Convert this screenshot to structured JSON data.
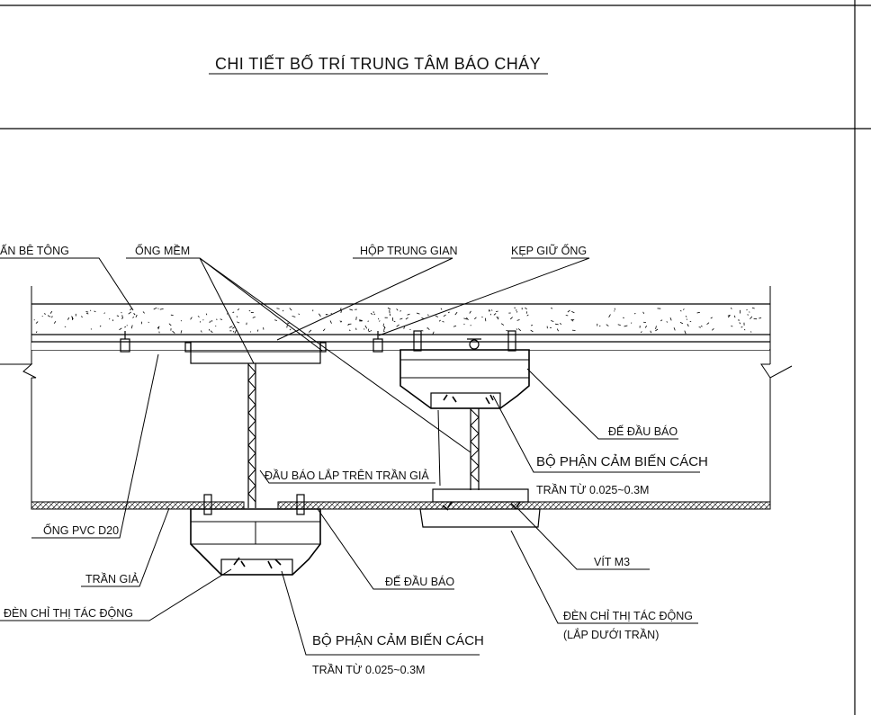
{
  "title": "CHI TIẾT BỐ TRÍ TRUNG TÂM BÁO CHÁY",
  "labels": {
    "san_be_tong": "ẤN BÊ TÔNG",
    "ong_mem": "ỐNG MỀM",
    "hop_trung_gian": "HỘP TRUNG GIAN",
    "kep_giu_ong": "KẸP GIỮ ỐNG",
    "de_dau_bao_right": "ĐẾ ĐẦU BÁO",
    "bo_phan_right_1": "BỘ PHẬN CẢM BIẾN CÁCH",
    "bo_phan_right_2": "TRẦN TỪ 0.025~0.3M",
    "dau_bao_lap_tren_tran_gia": "ĐẦU BÁO LẮP TRÊN TRẦN GIẢ",
    "ong_pvc": "ỐNG PVC D20",
    "tran_gia": "TRẦN GIẢ",
    "den_chi_thi_left": "ĐÈN CHỈ THỊ TÁC ĐỘNG",
    "de_dau_bao_left": "ĐẾ ĐẦU BÁO",
    "bo_phan_left_1": "BỘ PHẬN CẢM BIẾN CÁCH",
    "bo_phan_left_2": "TRẦN TỪ 0.025~0.3M",
    "vit_m3": "VÍT M3",
    "den_chi_thi_right_1": "ĐÈN CHỈ THỊ TÁC ĐỘNG",
    "den_chi_thi_right_2": "(LẮP DƯỚI TRẦN)"
  }
}
